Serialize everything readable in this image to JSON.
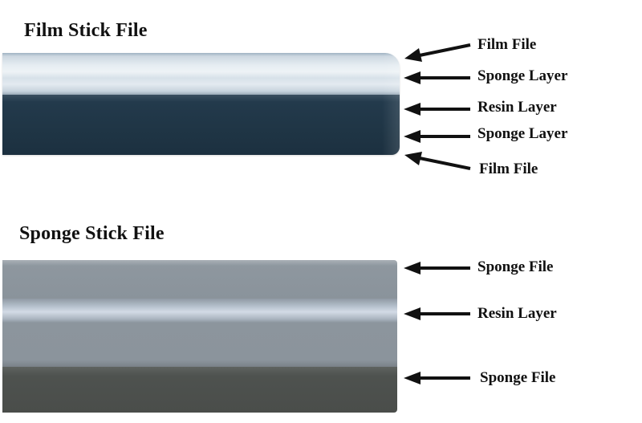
{
  "film_stick": {
    "title": "Film Stick File",
    "colors": {
      "film_surface": "#e6edf2",
      "resin_core": "#1f3545"
    },
    "labels": [
      {
        "text": "Film File"
      },
      {
        "text": "Sponge Layer"
      },
      {
        "text": "Resin Layer"
      },
      {
        "text": "Sponge Layer"
      },
      {
        "text": "Film File"
      }
    ]
  },
  "sponge_stick": {
    "title": "Sponge Stick File",
    "colors": {
      "sponge_top": "#8a939b",
      "resin_band": "#d3dbe6",
      "sponge_bottom": "#4e524f"
    },
    "labels": [
      {
        "text": "Sponge File"
      },
      {
        "text": "Resin Layer"
      },
      {
        "text": "Sponge File"
      }
    ]
  }
}
